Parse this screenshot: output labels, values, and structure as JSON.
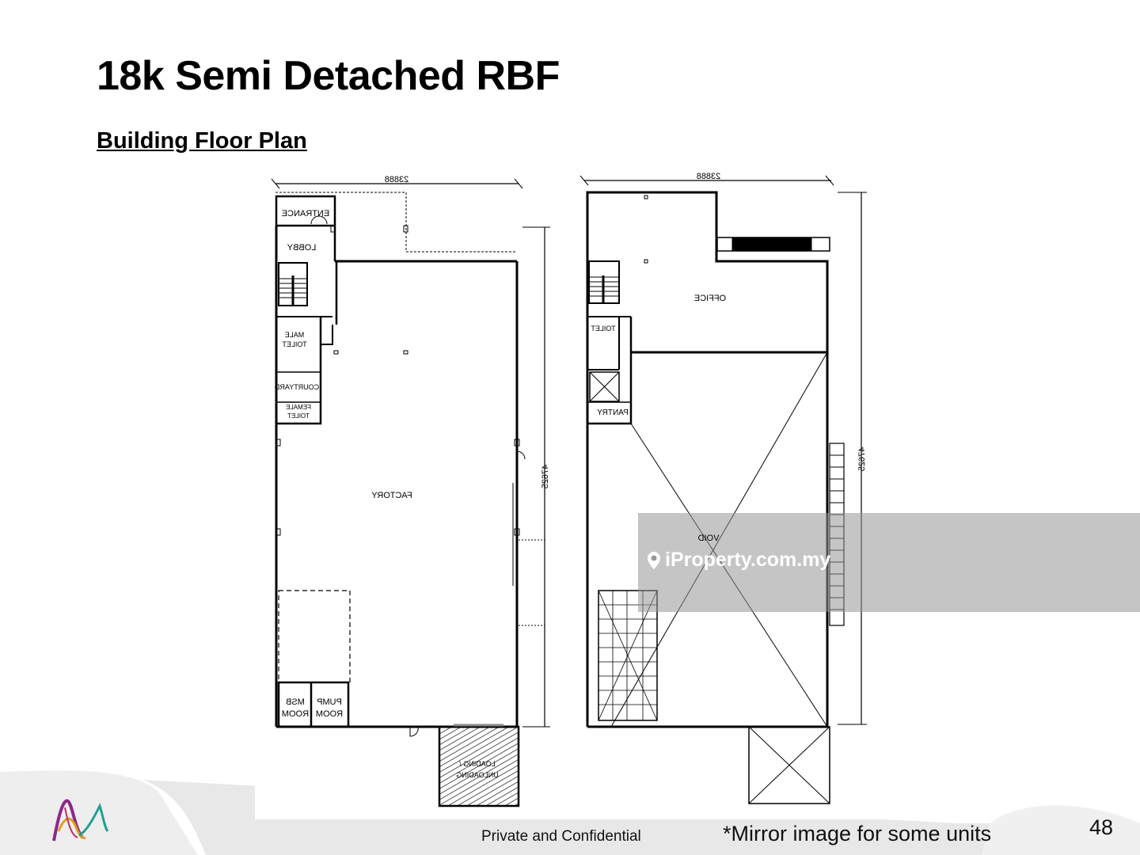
{
  "slide": {
    "title": "18k Semi Detached RBF",
    "subtitle": "Building Floor Plan",
    "footer_confidential": "Private and Confidential",
    "footer_note": "*Mirror image for some units",
    "page_number": "48"
  },
  "ground_floor": {
    "width_dim": "23888",
    "length_dim": "47625",
    "rooms": {
      "entrance": "ENTRANCE",
      "lobby": "LOBBY",
      "male_toilet_1": "MALE",
      "male_toilet_2": "TOILET",
      "courtyard": "COURTYARD",
      "female_toilet_1": "FEMALE",
      "female_toilet_2": "TOILET",
      "factory": "FACTORY",
      "msb_1": "MSB",
      "msb_2": "ROOM",
      "pump_1": "PUMP",
      "pump_2": "ROOM",
      "loading_1": "LOADING /",
      "loading_2": "UNLOADING"
    }
  },
  "first_floor": {
    "width_dim": "23888",
    "length_dim": "47625",
    "rooms": {
      "office": "OFFICE",
      "toilet": "TOILET",
      "pantry": "PANTRY",
      "void": "VOID"
    }
  },
  "watermark": {
    "text": "iProperty.com.my"
  },
  "colors": {
    "watermark_band": "#969696",
    "footer_gray": "#e6e6e6"
  }
}
